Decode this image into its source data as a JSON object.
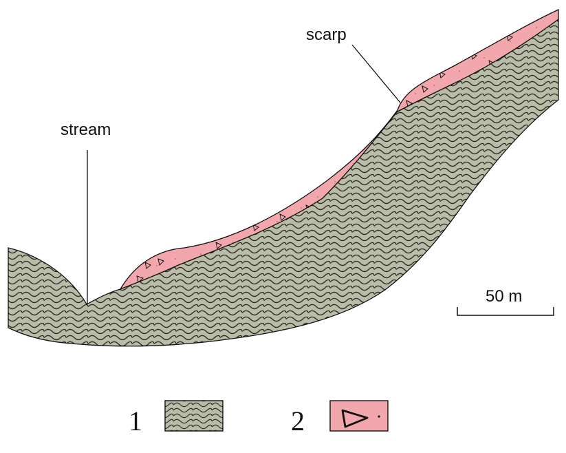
{
  "labels": {
    "scarp": "scarp",
    "stream": "stream",
    "scale": "50 m"
  },
  "legend": [
    {
      "number": "1"
    },
    {
      "number": "2"
    }
  ],
  "colors": {
    "bedrock": "#b9bca6",
    "bedrock_wave": "#2b2b24",
    "deposit": "#f1a7ab",
    "line": "#111111"
  }
}
